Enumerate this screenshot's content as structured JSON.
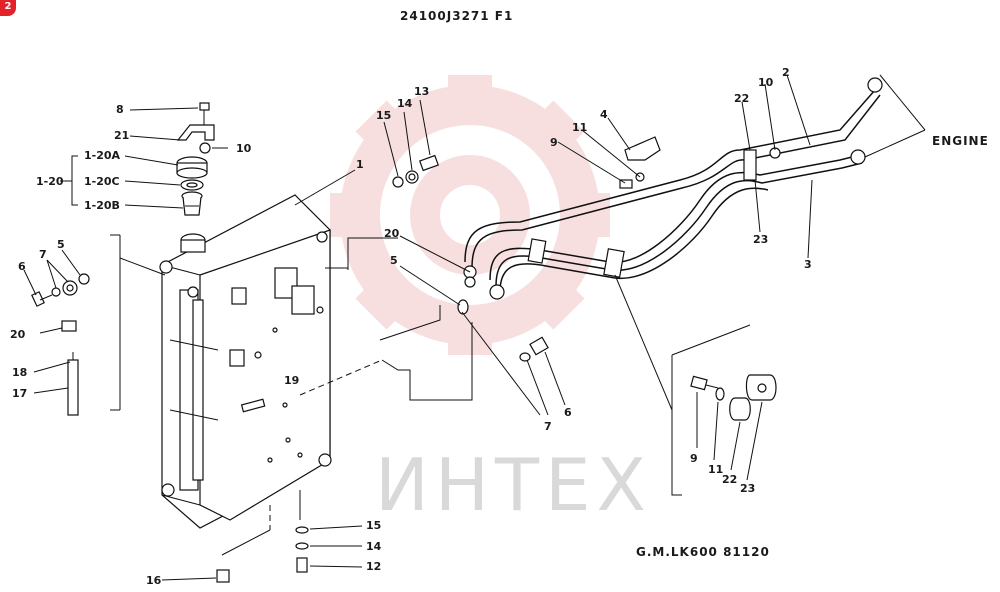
{
  "badge": "2",
  "title": "24100J3271 F1",
  "footer_code": "G.M.LK600 81120",
  "watermark_text": "ИНТЕХ",
  "engine_label": "ENGINE",
  "colors": {
    "watermark_red": "#f4c6c6",
    "watermark_gray": "#d9d9d9",
    "ink": "#111111",
    "badge": "#e2232a"
  },
  "labels": {
    "p1": "1",
    "p1_20": "1-20",
    "p1_20a": "1-20A",
    "p1_20c": "1-20C",
    "p1_20b": "1-20B",
    "p2": "2",
    "p3": "3",
    "p4": "4",
    "p5_left": "5",
    "p5_mid": "5",
    "p6_left": "6",
    "p6_mid": "6",
    "p7_left": "7",
    "p7_mid": "7",
    "p8": "8",
    "p9_top": "9",
    "p9_det": "9",
    "p10_top": "10",
    "p10_right": "10",
    "p11_top": "11",
    "p11_det": "11",
    "p12": "12",
    "p13": "13",
    "p14_top": "14",
    "p14_bot": "14",
    "p15_top": "15",
    "p15_bot": "15",
    "p16": "16",
    "p17": "17",
    "p18": "18",
    "p19": "19",
    "p20_left": "20",
    "p20_mid": "20",
    "p21": "21",
    "p22_top": "22",
    "p22_det": "22",
    "p23_top": "23",
    "p23_det": "23"
  }
}
